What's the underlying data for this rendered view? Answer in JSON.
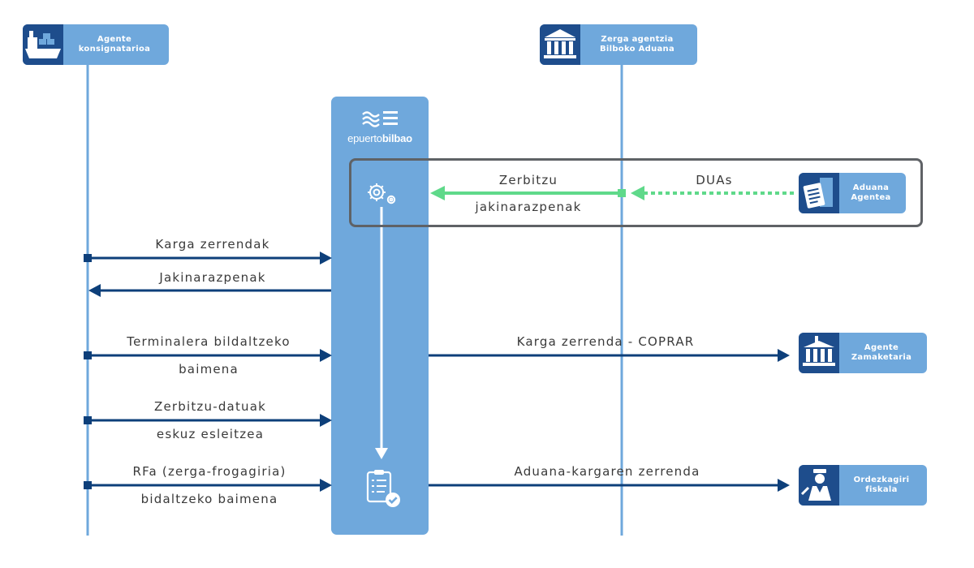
{
  "actors": {
    "consignee": {
      "label": "Agente\nkonsignatarioa",
      "icon": "ship-icon"
    },
    "tax_agency": {
      "label": "Zerga agentzia\nBilboko Aduana",
      "icon": "government-building-icon"
    },
    "customs_agent": {
      "label": "Aduana\nAgentea",
      "icon": "documents-icon"
    },
    "stevedore": {
      "label": "Agente\nZamaketaria",
      "icon": "terminal-building-icon"
    },
    "fiscal_rep": {
      "label": "Ordezkagiri\nfiskala",
      "icon": "officer-icon"
    }
  },
  "platform": {
    "name_prefix": "epuerto",
    "name_suffix": "bilbao",
    "logo": "epuertobilbao-logo"
  },
  "messages": {
    "service_notify_1": "Zerbitzu",
    "service_notify_2": "jakinarazpenak",
    "duas": "DUAs",
    "cargo_lists": "Karga zerrendak",
    "notifications": "Jakinarazpenak",
    "terminal_send_1": "Terminalera bildaltzeko",
    "terminal_send_2": "baimena",
    "coprar": "Karga zerrenda - COPRAR",
    "service_data_1": "Zerbitzu-datuak",
    "service_data_2": "eskuz esleitzea",
    "rfa_1": "RFa (zerga-frogagiria)",
    "rfa_2": "bidaltzeko baimena",
    "customs_cargo_list": "Aduana-kargaren zerrenda"
  },
  "colors": {
    "lifeline": "#6fa8dc",
    "actor_label_bg": "#6fa8dc",
    "actor_icon_bg": "#1e4d8c",
    "arrow": "#0d3f7a",
    "async_arrow": "#5fd98a",
    "frame": "#5f6266"
  }
}
